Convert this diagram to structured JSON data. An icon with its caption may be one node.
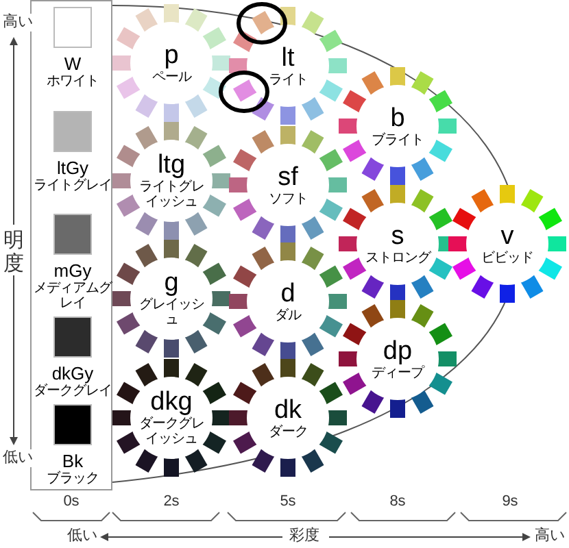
{
  "diagram": {
    "nodes": [
      {
        "text": [],
        "shape": "box"
      },
      {
        "text": [
          "W",
          "ホワイト"
        ],
        "in": 0
      },
      {
        "text": [
          "ltGy",
          "ライトグレイ"
        ],
        "in": 0
      },
      {
        "text": [
          "mGy",
          "メディアムグレイ"
        ],
        "in": 0
      },
      {
        "text": [
          "dkGy",
          "ダークグレイ"
        ],
        "in": 0
      },
      {
        "text": [
          "Bk",
          "ブラック"
        ],
        "in": 0
      },
      {
        "text": [
          "p",
          "ペール"
        ]
      },
      {
        "text": [
          "lt",
          "ライト"
        ]
      },
      {
        "text": [
          "b",
          "ブライト"
        ]
      },
      {
        "text": [
          "ltg",
          "ライトグレイッシュ"
        ]
      },
      {
        "text": [
          "sf",
          "ソフト"
        ]
      },
      {
        "text": [
          "s",
          "ストロング"
        ]
      },
      {
        "text": [
          "v",
          "ビビッド"
        ]
      },
      {
        "text": [
          "g",
          "グレイッシュ"
        ]
      },
      {
        "text": [
          "d",
          "ダル"
        ]
      },
      {
        "text": [
          "dp",
          "ディープ"
        ]
      },
      {
        "text": [
          "dkg",
          "ダークグレイッシュ"
        ]
      },
      {
        "text": [
          "dk",
          "ダーク"
        ]
      }
    ],
    "labels": [
      "高い",
      "明度",
      "低い",
      "0s",
      "2s",
      "5s",
      "8s",
      "9s",
      "低い",
      "彩度",
      "高い"
    ]
  }
}
